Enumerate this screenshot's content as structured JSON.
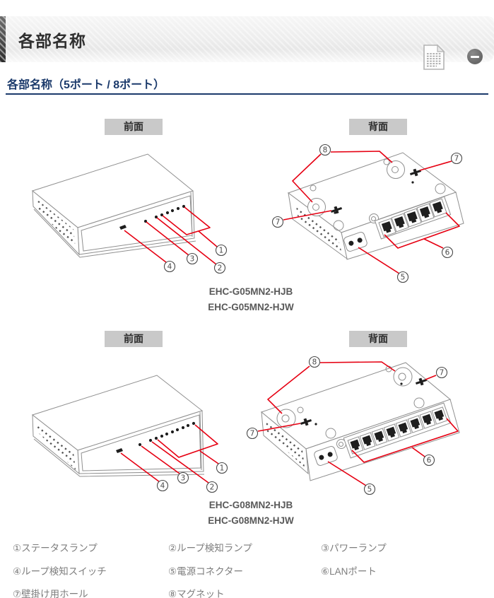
{
  "header": {
    "title": "各部名称"
  },
  "section": {
    "subtitle": "各部名称（5ポート / 8ポート）"
  },
  "view_labels": {
    "front": "前面",
    "back": "背面"
  },
  "models": {
    "five_port": [
      "EHC-G05MN2-HJB",
      "EHC-G05MN2-HJW"
    ],
    "eight_port": [
      "EHC-G08MN2-HJB",
      "EHC-G08MN2-HJW"
    ]
  },
  "callout_numbers": {
    "n1": "1",
    "n2": "2",
    "n3": "3",
    "n4": "4",
    "n5": "5",
    "n6": "6",
    "n7": "7",
    "n8": "8"
  },
  "legend": {
    "items": [
      "①ステータスランプ",
      "②ループ検知ランプ",
      "③パワーランプ",
      "④ループ検知スイッチ",
      "⑤電源コネクター",
      "⑥LANポート",
      "⑦壁掛け用ホール",
      "⑧マグネット"
    ]
  },
  "colors": {
    "accent_red": "#e60012",
    "heading_blue": "#1b3a6b",
    "chip_gray": "#c9c9c9",
    "line_gray": "#8f8f8f",
    "legend_text": "#7d7d7d"
  }
}
